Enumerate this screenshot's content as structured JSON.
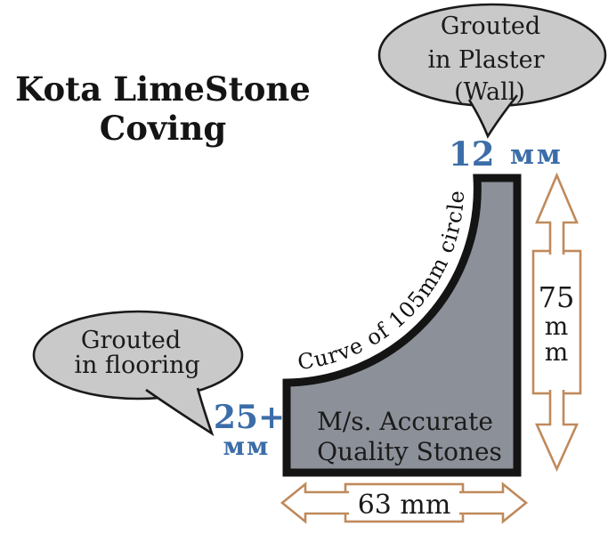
{
  "title": {
    "line1": "Kota LimeStone",
    "line2": "Coving"
  },
  "bubbles": {
    "wall": {
      "lines": [
        "Grouted",
        "in Plaster",
        "(Wall)"
      ]
    },
    "floor": {
      "lines": [
        "Grouted",
        "in flooring"
      ]
    }
  },
  "dimensions": {
    "top_thickness": {
      "value": "12",
      "unit": "мм"
    },
    "floor_thickness": {
      "value": "25+",
      "unit": "мм"
    },
    "height": {
      "lines": [
        "75",
        "m",
        "m"
      ]
    },
    "width": {
      "label": "63 mm"
    }
  },
  "curve_label": "Curve of 105mm circle",
  "brand": {
    "line1": "M/s. Accurate",
    "line2": "Quality Stones"
  },
  "colors": {
    "accent_blue": "#3c6da8",
    "arrow_tan": "#bf8a5c",
    "stone_gray": "#8c9099",
    "bubble_gray": "#c9c9c9",
    "outline_black": "#141414",
    "background": "#ffffff"
  }
}
